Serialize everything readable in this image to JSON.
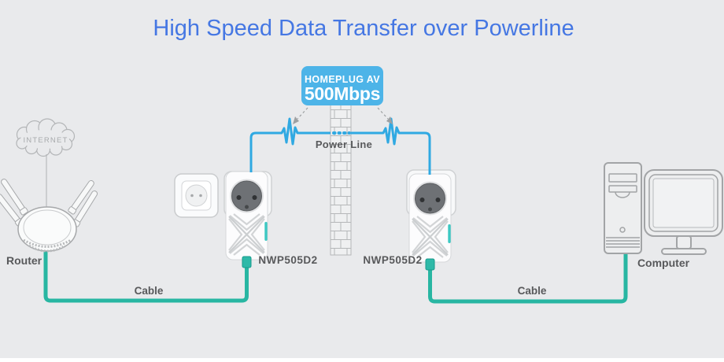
{
  "title": "High Speed Data Transfer over Powerline",
  "badge": {
    "line1": "HOMEPLUG AV",
    "line2": "500Mbps"
  },
  "power_line": {
    "label": "Power Line"
  },
  "internet": {
    "label": "INTERNET"
  },
  "router": {
    "label": "Router"
  },
  "adapter_left": {
    "model": "NWP505D2"
  },
  "adapter_right": {
    "model": "NWP505D2"
  },
  "cable_left": {
    "label": "Cable"
  },
  "cable_right": {
    "label": "Cable"
  },
  "computer": {
    "label": "Computer"
  },
  "colors": {
    "title": "#4577e3",
    "badge": "#4db4e8",
    "power_line": "#30a9e2",
    "cable": "#28b6a2",
    "led": "#3cc8c2",
    "label_text": "#58595b"
  }
}
